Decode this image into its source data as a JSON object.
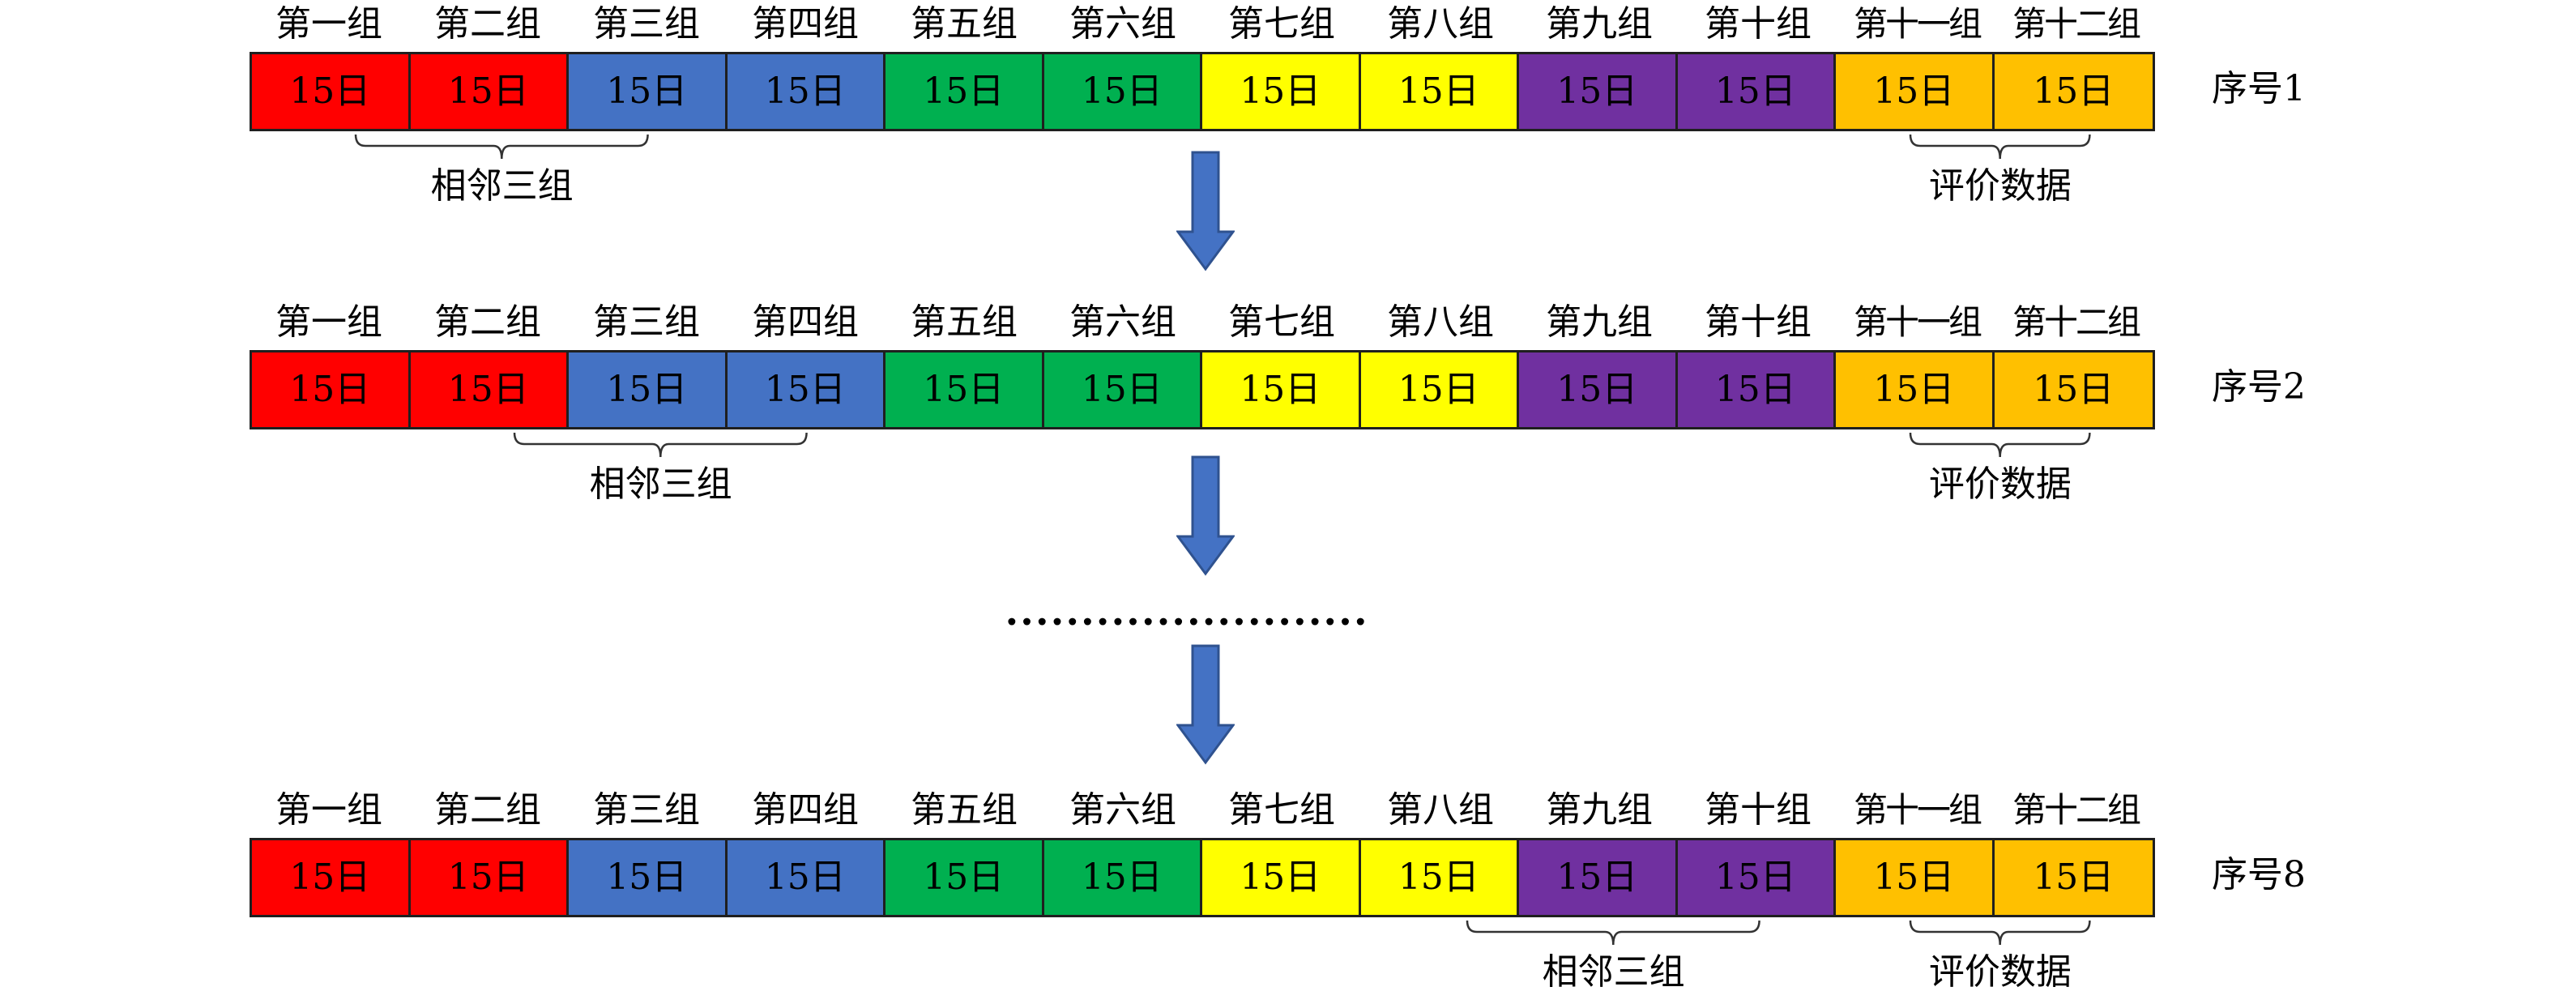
{
  "group_labels": [
    "第一组",
    "第二组",
    "第三组",
    "第四组",
    "第五组",
    "第六组",
    "第七组",
    "第八组",
    "第九组",
    "第十组",
    "第十一组",
    "第十二组"
  ],
  "cell_text": "15日",
  "cell_colors": [
    "#ff0000",
    "#ff0000",
    "#4472c4",
    "#4472c4",
    "#00b050",
    "#00b050",
    "#ffff00",
    "#ffff00",
    "#7030a0",
    "#7030a0",
    "#ffc000",
    "#ffc000"
  ],
  "arrow_color": "#4472c4",
  "rows": [
    {
      "seq": "序号1",
      "adjacent_label": "相邻三组",
      "adjacent_start": 0,
      "eval_label": "评价数据"
    },
    {
      "seq": "序号2",
      "adjacent_label": "相邻三组",
      "adjacent_start": 1,
      "eval_label": "评价数据"
    },
    {
      "seq": "序号8",
      "adjacent_label": "相邻三组",
      "adjacent_start": 7,
      "eval_label": "评价数据"
    }
  ],
  "ellipsis": "........................"
}
